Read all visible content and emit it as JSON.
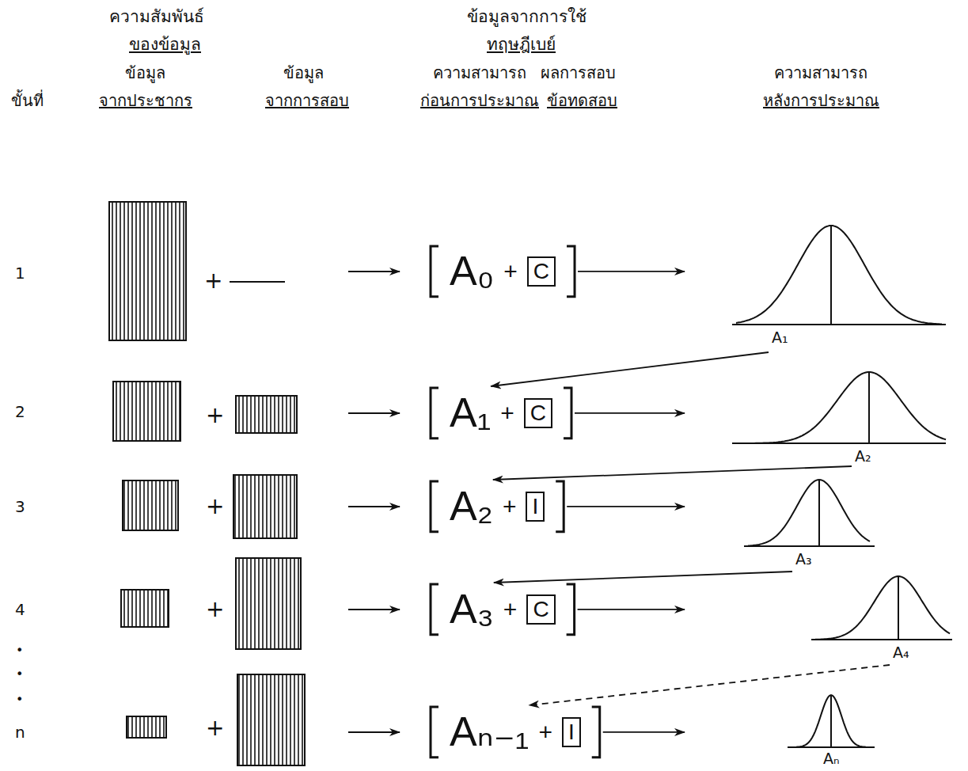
{
  "diagram": {
    "nodes": [
      {
        "text": [
          "A₀",
          "+"
        ]
      },
      {
        "text": [
          "C"
        ],
        "in": 0
      },
      {
        "text": [
          "A₁"
        ]
      },
      {
        "text": [
          "A₁",
          "+"
        ]
      },
      {
        "text": [
          "C"
        ],
        "in": 3
      },
      {
        "text": [
          "A₂"
        ]
      },
      {
        "text": [
          "A₂",
          "+"
        ]
      },
      {
        "text": [
          "I"
        ],
        "in": 6
      },
      {
        "text": [
          "A₃"
        ]
      },
      {
        "text": [
          "A₃",
          "+"
        ]
      },
      {
        "text": [
          "C"
        ],
        "in": 9
      },
      {
        "text": [
          "A₄"
        ]
      },
      {
        "text": [
          "Aₙ₋₁",
          "+"
        ]
      },
      {
        "text": [
          "I"
        ],
        "in": 12
      },
      {
        "text": [
          "Aₙ"
        ]
      }
    ],
    "edges": [
      {
        "from": 0,
        "to": 2,
        "arrow": "to"
      },
      {
        "from": 2,
        "to": 3,
        "arrow": "to"
      },
      {
        "from": 3,
        "to": 5,
        "arrow": "to"
      },
      {
        "from": 5,
        "to": 6,
        "arrow": "to"
      },
      {
        "from": 6,
        "to": 8,
        "arrow": "to"
      },
      {
        "from": 8,
        "to": 9,
        "arrow": "to"
      },
      {
        "from": 9,
        "to": 11,
        "arrow": "to"
      },
      {
        "from": 11,
        "to": 12,
        "arrow": "to"
      },
      {
        "from": 12,
        "to": 14,
        "arrow": "to"
      }
    ],
    "labels": [
      "ความสัมพันธ์",
      "ของข้อมูล",
      "ข้อมูลจากการใช้",
      "ทฤษฎีเบย์",
      "ข้อมูล",
      "จากประชากร",
      "ข้อมูล",
      "จากการสอบ",
      "ความสามารถ",
      "ก่อนการประมาณ",
      "ผลการสอบ",
      "ข้อทดสอบ",
      "ความสามารถ",
      "หลังการประมาณ",
      "ขั้นที่",
      "1",
      "+",
      "2",
      "+",
      "3",
      "+",
      "4",
      "+",
      "•",
      "•",
      "•",
      "n",
      "+"
    ]
  }
}
